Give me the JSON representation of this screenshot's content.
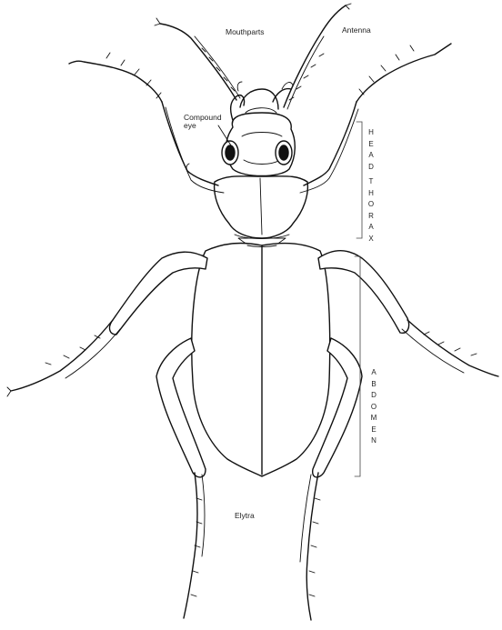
{
  "labels": {
    "mouthparts": "Mouthparts",
    "antenna": "Antenna",
    "compound_eye_line1": "Compound",
    "compound_eye_line2": "eye",
    "head": "H\nE\nA\nD",
    "thorax": "T\nH\nO\nR\nA\nX",
    "abdomen": "A\nB\nD\nO\nM\nE\nN",
    "elytra": "Elytra"
  }
}
